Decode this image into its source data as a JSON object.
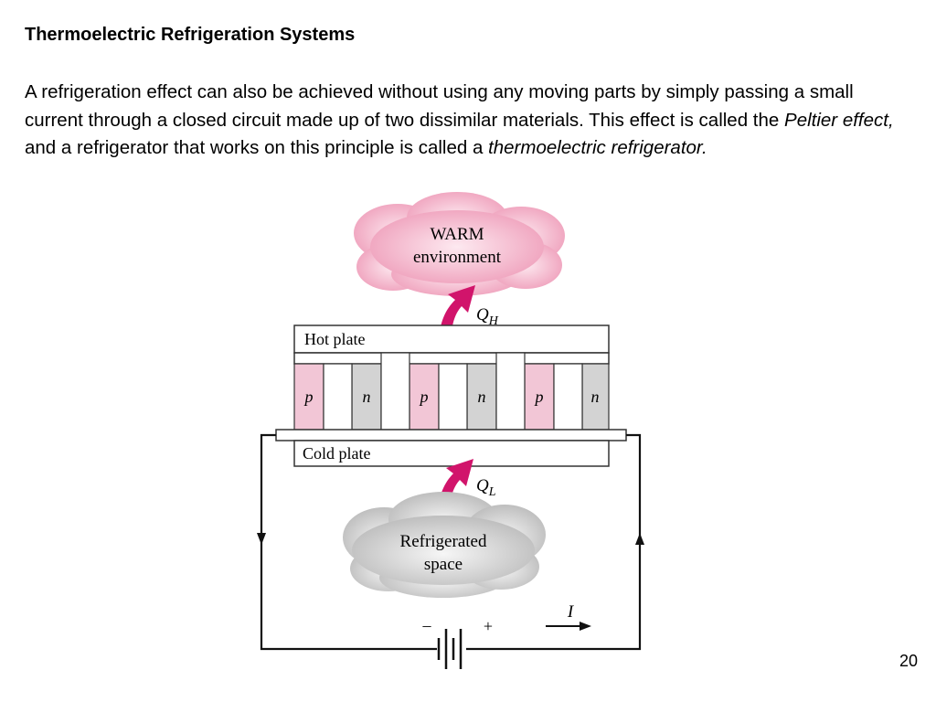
{
  "title": "Thermoelectric Refrigeration Systems",
  "paragraph": {
    "part1": "A refrigeration effect can also be achieved without using any moving parts by simply passing a small current through a closed circuit made up of two dissimilar materials. This effect is called the ",
    "em1": "Peltier effect,",
    "part2": " and a refrigerator that works on this principle is called a ",
    "em2": "thermoelectric refrigerator."
  },
  "figure": {
    "warm_line1": "WARM",
    "warm_line2": "environment",
    "qh_main": "Q",
    "qh_sub": "H",
    "hot_plate": "Hot plate",
    "cold_plate": "Cold plate",
    "ql_main": "Q",
    "ql_sub": "L",
    "refrig_line1": "Refrigerated",
    "refrig_line2": "space",
    "legs": [
      "p",
      "n",
      "p",
      "n",
      "p",
      "n"
    ],
    "battery_minus": "–",
    "battery_plus": "+",
    "current": "I",
    "colors": {
      "warm_cloud": "#f2bfd0",
      "cold_cloud": "#d6d6d6",
      "p_leg": "#f2c6d6",
      "n_leg": "#d3d3d3",
      "heat_arrow": "#d1146b"
    }
  },
  "page_number": "20"
}
